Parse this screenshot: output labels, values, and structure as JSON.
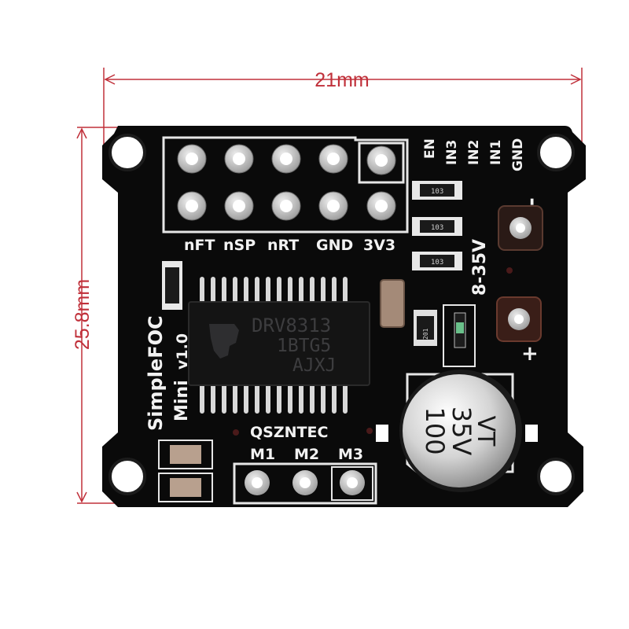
{
  "dimensions": {
    "width": "21mm",
    "height": "25.8mm"
  },
  "board": {
    "name": "SimpleFOC",
    "variant": "Mini",
    "version": "v1.0",
    "brand": "QSZNTEC",
    "header_labels": [
      "nFT",
      "nSP",
      "nRT",
      "GND",
      "3V3"
    ],
    "side_pins": [
      "EN",
      "IN3",
      "IN2",
      "IN1",
      "GND"
    ],
    "motor_labels": [
      "M1",
      "M2",
      "M3"
    ],
    "voltage": "8-35V",
    "polarity_minus": "-",
    "polarity_plus": "+",
    "resistor_code": "103",
    "small_resistor_code": "201"
  },
  "driver_ic": {
    "line1": "DRV8313",
    "line2": "1BTG5",
    "line3": "AJXJ"
  },
  "capacitor": {
    "value": "100",
    "voltage": "35V",
    "series": "VT"
  },
  "colors": {
    "pcb": "#0a0a0a",
    "silkscreen": "#f2f2f2",
    "dimension_lines": "#c0303a",
    "pad": "#c8c8c8"
  }
}
